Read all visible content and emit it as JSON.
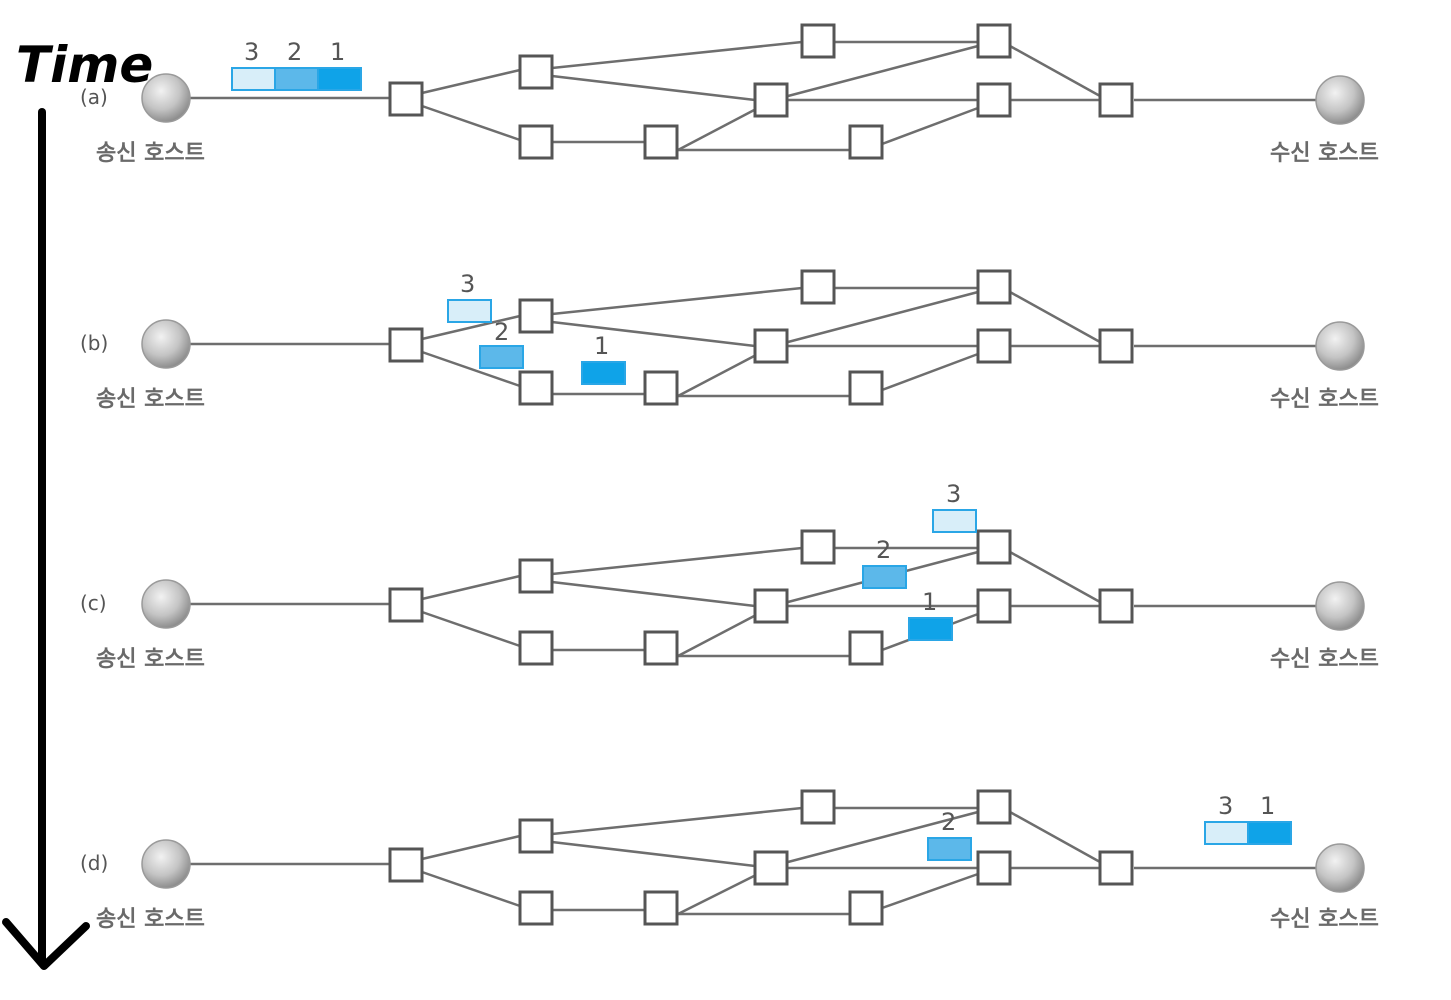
{
  "time_label": "Time",
  "sender_label": "송신 호스트",
  "receiver_label": "수신 호스트",
  "colors": {
    "packet_1": "#0fa3e8",
    "packet_2": "#5cb8ea",
    "packet_3": "#d8eef9",
    "packet_border": "#2aa6e6",
    "link": "#6e6e6e",
    "node_fill": "#ffffff",
    "node_stroke": "#555555",
    "host": "#bdbdbd"
  },
  "panels": [
    {
      "id": "a",
      "label": "(a)",
      "packets": [
        {
          "number": "3",
          "shade": "light"
        },
        {
          "number": "2",
          "shade": "mid"
        },
        {
          "number": "1",
          "shade": "dark"
        }
      ]
    },
    {
      "id": "b",
      "label": "(b)",
      "packets": [
        {
          "number": "3",
          "shade": "light"
        },
        {
          "number": "2",
          "shade": "mid"
        },
        {
          "number": "1",
          "shade": "dark"
        }
      ]
    },
    {
      "id": "c",
      "label": "(c)",
      "packets": [
        {
          "number": "3",
          "shade": "light"
        },
        {
          "number": "2",
          "shade": "mid"
        },
        {
          "number": "1",
          "shade": "dark"
        }
      ]
    },
    {
      "id": "d",
      "label": "(d)",
      "packets": [
        {
          "number": "2",
          "shade": "mid"
        },
        {
          "number": "3",
          "shade": "light"
        },
        {
          "number": "1",
          "shade": "dark"
        }
      ]
    }
  ]
}
